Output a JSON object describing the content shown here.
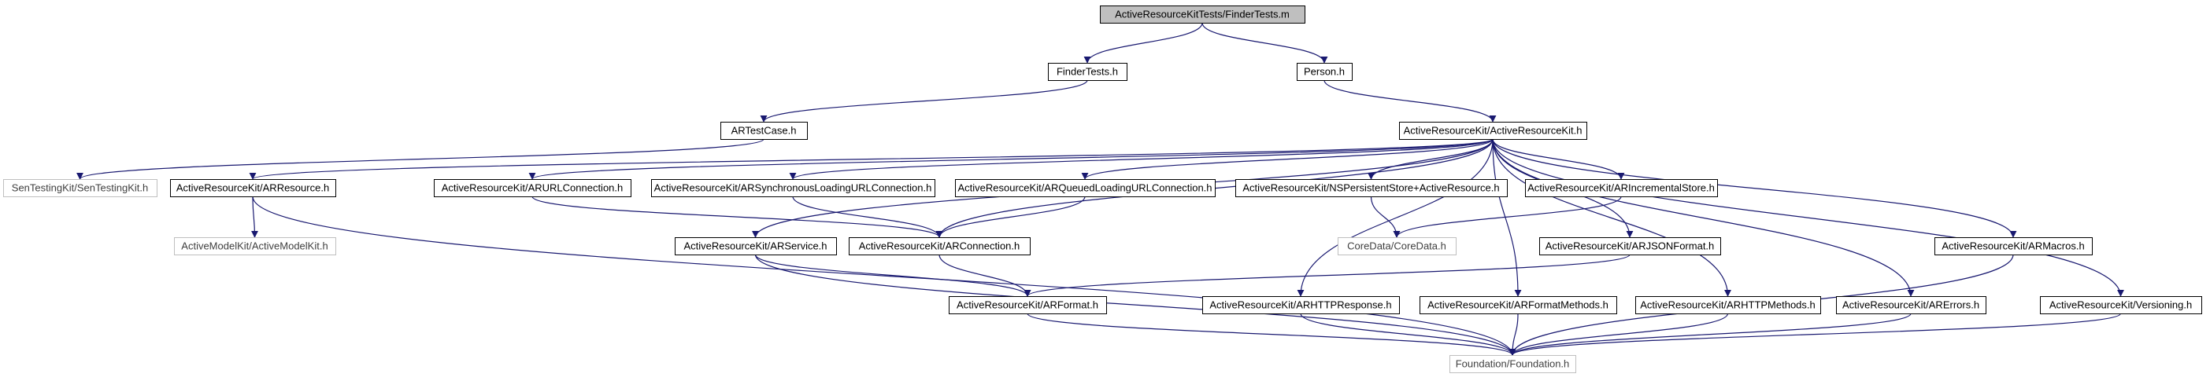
{
  "diagram": {
    "nodes": [
      {
        "id": "n_root",
        "label": "ActiveResourceKitTests/FinderTests.m",
        "kind": "root"
      },
      {
        "id": "n_findertests",
        "label": "FinderTests.h",
        "kind": "normal"
      },
      {
        "id": "n_person",
        "label": "Person.h",
        "kind": "normal"
      },
      {
        "id": "n_artestcase",
        "label": "ARTestCase.h",
        "kind": "normal"
      },
      {
        "id": "n_activeresourcekit",
        "label": "ActiveResourceKit/ActiveResourceKit.h",
        "kind": "normal"
      },
      {
        "id": "n_sentestingkit",
        "label": "SenTestingKit/SenTestingKit.h",
        "kind": "external"
      },
      {
        "id": "n_arresource",
        "label": "ActiveResourceKit/ARResource.h",
        "kind": "normal"
      },
      {
        "id": "n_arurlconnection",
        "label": "ActiveResourceKit/ARURLConnection.h",
        "kind": "normal"
      },
      {
        "id": "n_arsyncloading",
        "label": "ActiveResourceKit/ARSynchronousLoadingURLConnection.h",
        "kind": "normal"
      },
      {
        "id": "n_arqueuedloading",
        "label": "ActiveResourceKit/ARQueuedLoadingURLConnection.h",
        "kind": "normal"
      },
      {
        "id": "n_nspersistentstore",
        "label": "ActiveResourceKit/NSPersistentStore+ActiveResource.h",
        "kind": "normal"
      },
      {
        "id": "n_arincrementalstore",
        "label": "ActiveResourceKit/ARIncrementalStore.h",
        "kind": "normal"
      },
      {
        "id": "n_activemodelkit",
        "label": "ActiveModelKit/ActiveModelKit.h",
        "kind": "external"
      },
      {
        "id": "n_arservice",
        "label": "ActiveResourceKit/ARService.h",
        "kind": "normal"
      },
      {
        "id": "n_arconnection",
        "label": "ActiveResourceKit/ARConnection.h",
        "kind": "normal"
      },
      {
        "id": "n_coredata",
        "label": "CoreData/CoreData.h",
        "kind": "external"
      },
      {
        "id": "n_arjsonformat",
        "label": "ActiveResourceKit/ARJSONFormat.h",
        "kind": "normal"
      },
      {
        "id": "n_armacros",
        "label": "ActiveResourceKit/ARMacros.h",
        "kind": "normal"
      },
      {
        "id": "n_arformat",
        "label": "ActiveResourceKit/ARFormat.h",
        "kind": "normal"
      },
      {
        "id": "n_arhttpresponse",
        "label": "ActiveResourceKit/ARHTTPResponse.h",
        "kind": "normal"
      },
      {
        "id": "n_arformatmethods",
        "label": "ActiveResourceKit/ARFormatMethods.h",
        "kind": "normal"
      },
      {
        "id": "n_arhttpmethods",
        "label": "ActiveResourceKit/ARHTTPMethods.h",
        "kind": "normal"
      },
      {
        "id": "n_arerrors",
        "label": "ActiveResourceKit/ARErrors.h",
        "kind": "normal"
      },
      {
        "id": "n_versioning",
        "label": "ActiveResourceKit/Versioning.h",
        "kind": "normal"
      },
      {
        "id": "n_foundation",
        "label": "Foundation/Foundation.h",
        "kind": "external"
      }
    ],
    "edges": [
      {
        "from": "n_root",
        "to": "n_findertests"
      },
      {
        "from": "n_root",
        "to": "n_person"
      },
      {
        "from": "n_findertests",
        "to": "n_artestcase"
      },
      {
        "from": "n_person",
        "to": "n_activeresourcekit"
      },
      {
        "from": "n_artestcase",
        "to": "n_sentestingkit"
      },
      {
        "from": "n_activeresourcekit",
        "to": "n_arresource"
      },
      {
        "from": "n_activeresourcekit",
        "to": "n_arurlconnection"
      },
      {
        "from": "n_activeresourcekit",
        "to": "n_arsyncloading"
      },
      {
        "from": "n_activeresourcekit",
        "to": "n_arqueuedloading"
      },
      {
        "from": "n_activeresourcekit",
        "to": "n_nspersistentstore"
      },
      {
        "from": "n_activeresourcekit",
        "to": "n_arincrementalstore"
      },
      {
        "from": "n_activeresourcekit",
        "to": "n_arservice"
      },
      {
        "from": "n_activeresourcekit",
        "to": "n_arconnection"
      },
      {
        "from": "n_activeresourcekit",
        "to": "n_arjsonformat"
      },
      {
        "from": "n_activeresourcekit",
        "to": "n_armacros"
      },
      {
        "from": "n_activeresourcekit",
        "to": "n_arhttpresponse"
      },
      {
        "from": "n_activeresourcekit",
        "to": "n_arformatmethods"
      },
      {
        "from": "n_activeresourcekit",
        "to": "n_arhttpmethods"
      },
      {
        "from": "n_activeresourcekit",
        "to": "n_arerrors"
      },
      {
        "from": "n_activeresourcekit",
        "to": "n_versioning"
      },
      {
        "from": "n_arresource",
        "to": "n_activemodelkit"
      },
      {
        "from": "n_arresource",
        "to": "n_foundation"
      },
      {
        "from": "n_arurlconnection",
        "to": "n_arconnection"
      },
      {
        "from": "n_arsyncloading",
        "to": "n_arconnection"
      },
      {
        "from": "n_arqueuedloading",
        "to": "n_arconnection"
      },
      {
        "from": "n_nspersistentstore",
        "to": "n_coredata"
      },
      {
        "from": "n_arincrementalstore",
        "to": "n_coredata"
      },
      {
        "from": "n_arservice",
        "to": "n_arformat"
      },
      {
        "from": "n_arservice",
        "to": "n_foundation"
      },
      {
        "from": "n_arconnection",
        "to": "n_arformat"
      },
      {
        "from": "n_arjsonformat",
        "to": "n_arformat"
      },
      {
        "from": "n_arformat",
        "to": "n_foundation"
      },
      {
        "from": "n_arhttpresponse",
        "to": "n_foundation"
      },
      {
        "from": "n_arformatmethods",
        "to": "n_foundation"
      },
      {
        "from": "n_arhttpmethods",
        "to": "n_foundation"
      },
      {
        "from": "n_arerrors",
        "to": "n_foundation"
      },
      {
        "from": "n_armacros",
        "to": "n_foundation"
      },
      {
        "from": "n_versioning",
        "to": "n_foundation"
      }
    ]
  }
}
